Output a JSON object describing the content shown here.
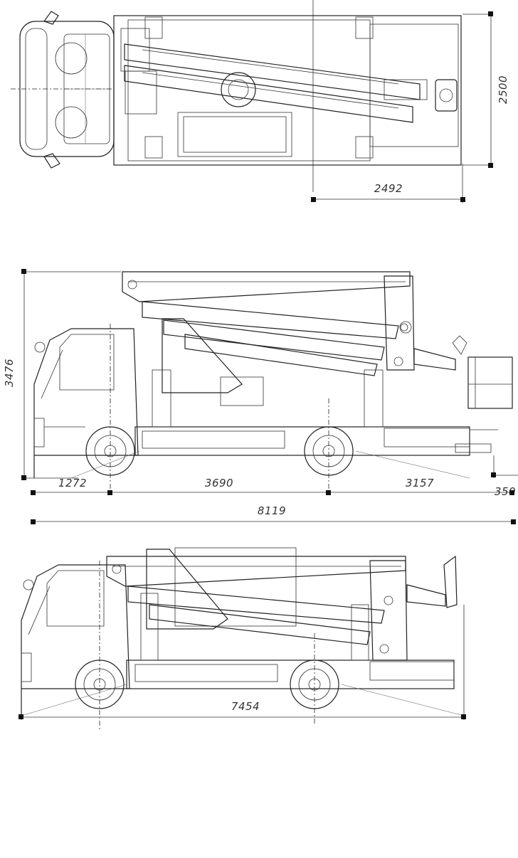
{
  "dimensions": {
    "top_width": "2500",
    "top_overhang": "2492",
    "side_height": "3476",
    "front_overhang": "1272",
    "wheelbase": "3690",
    "rear_overhang": "3157",
    "platform_extension": "350",
    "total_length_extended": "8119",
    "total_length_stowed": "7454"
  },
  "colors": {
    "line": "#222222",
    "background": "#ffffff"
  }
}
